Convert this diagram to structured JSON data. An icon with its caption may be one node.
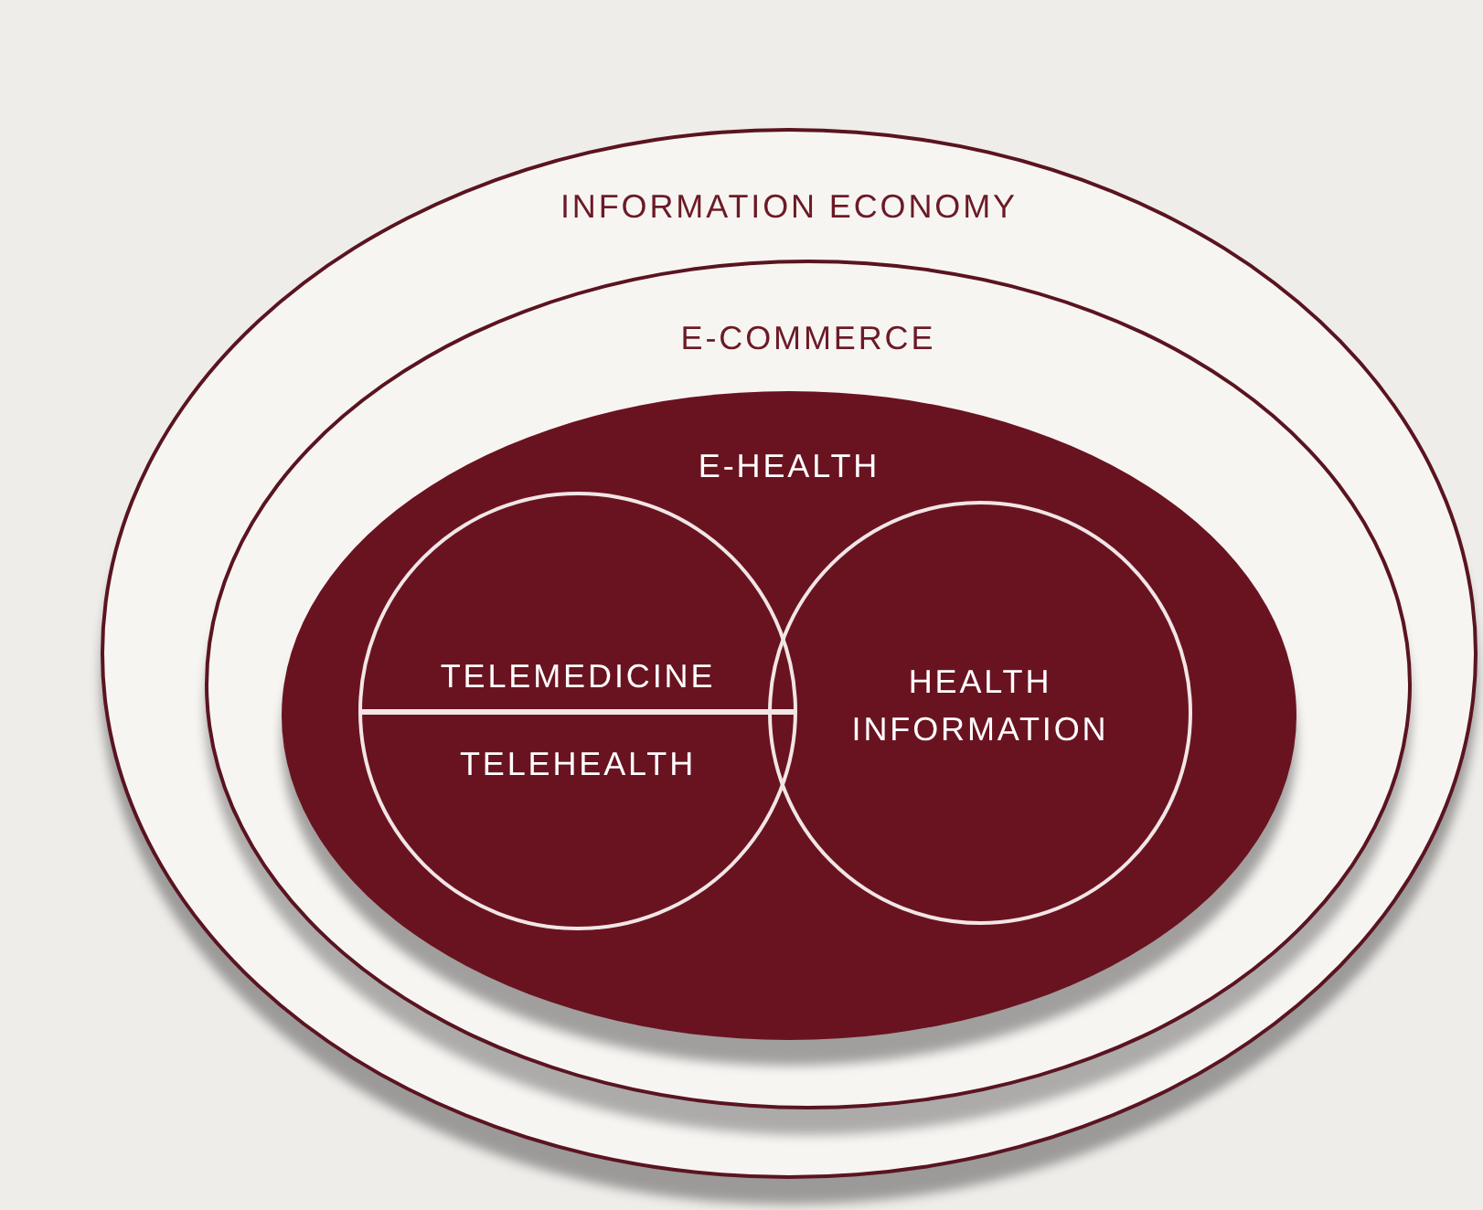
{
  "diagram": {
    "nodes": [
      {
        "text": [
          "INFORMATION ECONOMY"
        ]
      },
      {
        "text": [
          "E-COMMERCE"
        ],
        "in": 0
      },
      {
        "text": [
          "E-HEALTH"
        ],
        "in": 1
      },
      {
        "text": [
          "TELEMEDICINE",
          "TELEHEALTH"
        ],
        "in": 2
      },
      {
        "text": [
          "HEALTH INFORMATION"
        ],
        "in": 2
      }
    ]
  }
}
